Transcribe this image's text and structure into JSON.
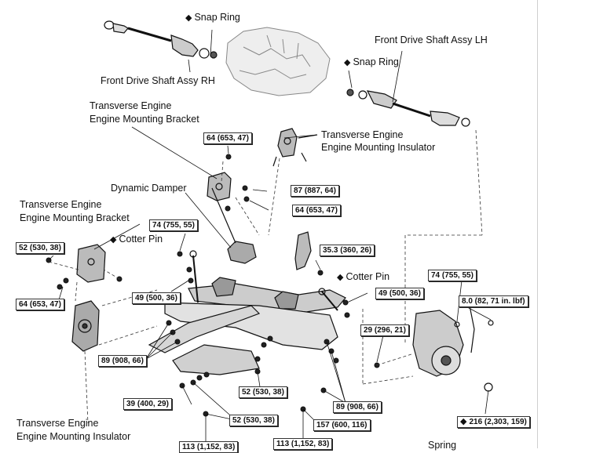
{
  "labels": {
    "snap_ring_top": "Snap Ring",
    "front_drive_rh": "Front Drive Shaft Assy RH",
    "front_drive_lh": "Front Drive Shaft Assy LH",
    "snap_ring_mid": "Snap Ring",
    "bracket_top_line1": "Transverse Engine",
    "bracket_top_line2": "Engine Mounting Bracket",
    "insulator_top_line1": "Transverse Engine",
    "insulator_top_line2": "Engine Mounting Insulator",
    "dynamic_damper": "Dynamic Damper",
    "bracket_left_line1": "Transverse Engine",
    "bracket_left_line2": "Engine Mounting Bracket",
    "cotter_pin_left": "Cotter Pin",
    "cotter_pin_right": "Cotter Pin",
    "insulator_bottom_line1": "Transverse Engine",
    "insulator_bottom_line2": "Engine Mounting Insulator",
    "spring": "Spring"
  },
  "torque_boxes": {
    "t_64_top": "64 (653, 47)",
    "t_87": "87 (887, 64)",
    "t_64_mid": "64 (653, 47)",
    "t_74_left": "74 (755, 55)",
    "t_52_left": "52 (530, 38)",
    "t_64_left": "64 (653, 47)",
    "t_49_left": "49 (500, 36)",
    "t_35": "35.3 (360, 26)",
    "t_49_right": "49 (500, 36)",
    "t_74_right": "74 (755, 55)",
    "t_8": "8.0 (82, 71 in. lbf)",
    "t_29": "29 (296, 21)",
    "t_89_left": "89 (908, 66)",
    "t_52_mid": "52 (530, 38)",
    "t_89_right": "89 (908, 66)",
    "t_39": "39 (400, 29)",
    "t_52_bottom": "52 (530, 38)",
    "t_216": "216 (2,303, 159)",
    "t_157": "157 (600, 116)",
    "t_113_left": "113 (1,152, 83)",
    "t_113_right": "113 (1,152, 83)"
  },
  "symbols": {
    "diamond": "◆"
  },
  "colors": {
    "line": "#111111",
    "border": "#333333",
    "background": "#ffffff"
  }
}
